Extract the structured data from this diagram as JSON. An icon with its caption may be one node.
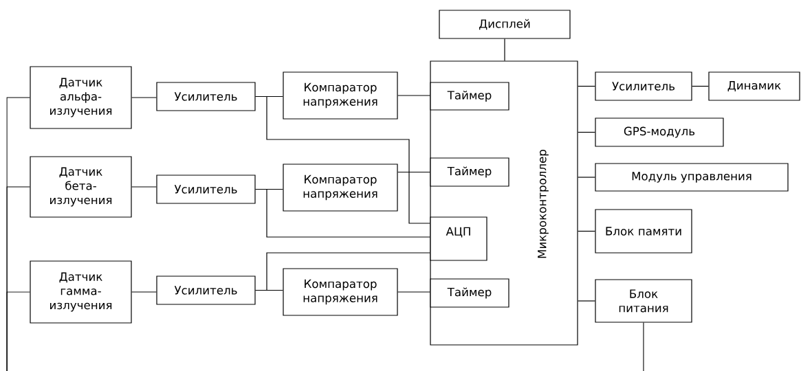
{
  "diagram": {
    "nodes": [
      {
        "text": [
          "Дисплей"
        ]
      },
      {
        "text": [
          "Микроконтроллер"
        ]
      },
      {
        "text": [
          "Таймер"
        ],
        "in": 1
      },
      {
        "text": [
          "Таймер"
        ],
        "in": 1
      },
      {
        "text": [
          "АЦП"
        ],
        "in": 1
      },
      {
        "text": [
          "Таймер"
        ],
        "in": 1
      },
      {
        "text": [
          "Датчик альфа-излучения"
        ]
      },
      {
        "text": [
          "Усилитель"
        ]
      },
      {
        "text": [
          "Компаратор напряжения"
        ]
      },
      {
        "text": [
          "Датчик бета-излучения"
        ]
      },
      {
        "text": [
          "Усилитель"
        ]
      },
      {
        "text": [
          "Компаратор напряжения"
        ]
      },
      {
        "text": [
          "Датчик гамма-излучения"
        ]
      },
      {
        "text": [
          "Усилитель"
        ]
      },
      {
        "text": [
          "Компаратор напряжения"
        ]
      },
      {
        "text": [
          "Усилитель"
        ]
      },
      {
        "text": [
          "Динамик"
        ]
      },
      {
        "text": [
          "GPS-модуль"
        ]
      },
      {
        "text": [
          "Модуль управления"
        ]
      },
      {
        "text": [
          "Блок памяти"
        ]
      },
      {
        "text": [
          "Блок питания"
        ]
      }
    ],
    "edges": [
      {
        "from": 0,
        "to": 1,
        "arrow": "none"
      },
      {
        "from": 6,
        "to": 7,
        "arrow": "none"
      },
      {
        "from": 7,
        "to": 8,
        "arrow": "none"
      },
      {
        "from": 8,
        "to": 2,
        "arrow": "none"
      },
      {
        "from": 7,
        "to": 4,
        "arrow": "none"
      },
      {
        "from": 9,
        "to": 10,
        "arrow": "none"
      },
      {
        "from": 10,
        "to": 11,
        "arrow": "none"
      },
      {
        "from": 11,
        "to": 3,
        "arrow": "none"
      },
      {
        "from": 10,
        "to": 4,
        "arrow": "none"
      },
      {
        "from": 12,
        "to": 13,
        "arrow": "none"
      },
      {
        "from": 13,
        "to": 14,
        "arrow": "none"
      },
      {
        "from": 14,
        "to": 5,
        "arrow": "none"
      },
      {
        "from": 13,
        "to": 4,
        "arrow": "none"
      },
      {
        "from": 1,
        "to": 15,
        "arrow": "none"
      },
      {
        "from": 15,
        "to": 16,
        "arrow": "none"
      },
      {
        "from": 1,
        "to": 17,
        "arrow": "none"
      },
      {
        "from": 1,
        "to": 18,
        "arrow": "none"
      },
      {
        "from": 1,
        "to": 19,
        "arrow": "none"
      },
      {
        "from": 1,
        "to": 20,
        "arrow": "none"
      },
      {
        "from": null,
        "to": 6,
        "arrow": "none"
      },
      {
        "from": null,
        "to": 9,
        "arrow": "none"
      },
      {
        "from": null,
        "to": 12,
        "arrow": "none"
      },
      {
        "from": 20,
        "to": null,
        "arrow": "none"
      }
    ]
  }
}
